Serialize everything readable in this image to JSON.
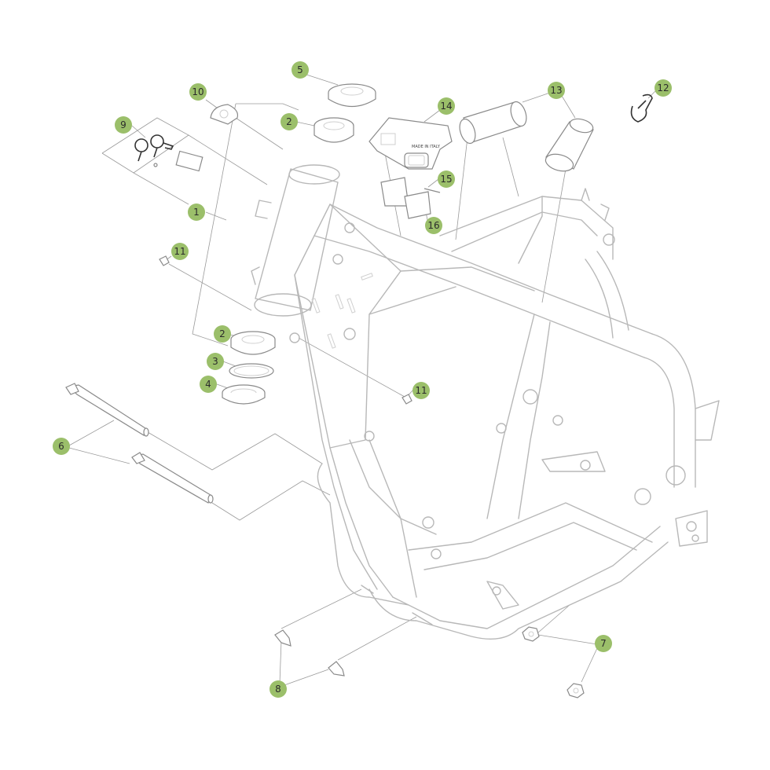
{
  "callouts": [
    {
      "id": "c1",
      "label": "1"
    },
    {
      "id": "c2a",
      "label": "2"
    },
    {
      "id": "c2b",
      "label": "2"
    },
    {
      "id": "c3",
      "label": "3"
    },
    {
      "id": "c4",
      "label": "4"
    },
    {
      "id": "c5",
      "label": "5"
    },
    {
      "id": "c6",
      "label": "6"
    },
    {
      "id": "c7",
      "label": "7"
    },
    {
      "id": "c8",
      "label": "8"
    },
    {
      "id": "c9",
      "label": "9"
    },
    {
      "id": "c10",
      "label": "10"
    },
    {
      "id": "c11a",
      "label": "11"
    },
    {
      "id": "c11b",
      "label": "11"
    },
    {
      "id": "c12",
      "label": "12"
    },
    {
      "id": "c13",
      "label": "13"
    },
    {
      "id": "c14",
      "label": "14"
    },
    {
      "id": "c15",
      "label": "15"
    },
    {
      "id": "c16",
      "label": "16"
    }
  ],
  "parts": {
    "ecu_marking": "MADE IN ITALY"
  },
  "colors": {
    "callout_fill": "#9bbf6a",
    "line_art": "#b8b8b8"
  }
}
